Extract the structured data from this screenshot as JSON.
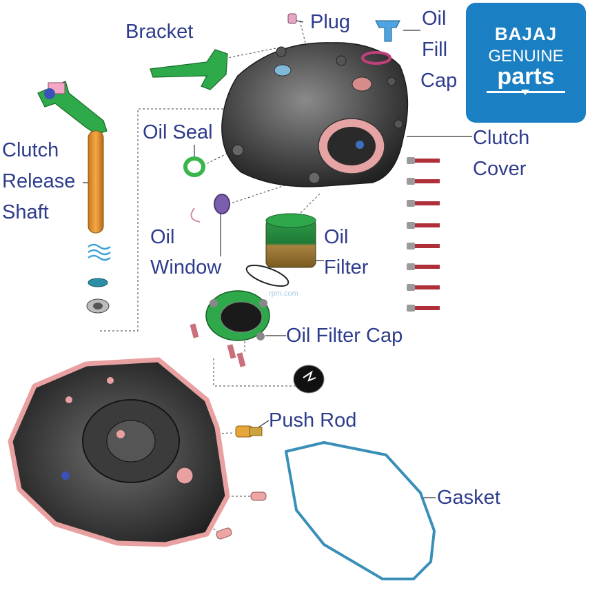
{
  "labels": {
    "bracket": "Bracket",
    "plug": "Plug",
    "oil_fill_cap_1": "Oil",
    "oil_fill_cap_2": "Fill",
    "oil_fill_cap_3": "Cap",
    "clutch_cover_1": "Clutch",
    "clutch_cover_2": "Cover",
    "oil_seal": "Oil Seal",
    "clutch_release_shaft_1": "Clutch",
    "clutch_release_shaft_2": "Release",
    "clutch_release_shaft_3": "Shaft",
    "oil_window_1": "Oil",
    "oil_window_2": "Window",
    "oil_filter_1": "Oil",
    "oil_filter_2": "Filter",
    "oil_filter_cap": "Oil Filter Cap",
    "push_rod": "Push Rod",
    "gasket": "Gasket"
  },
  "logo": {
    "line1": "BAJAJ",
    "line2": "GENUINE",
    "line3": "parts"
  },
  "watermark": "rpm.com",
  "colors": {
    "label_text": "#2e3c8c",
    "logo_bg": "#1b7fc4",
    "gasket": "#3a8fb8",
    "cover_outline": "#e8a0a0",
    "bracket": "#2ea84a",
    "shaft": "#e48b1e"
  }
}
